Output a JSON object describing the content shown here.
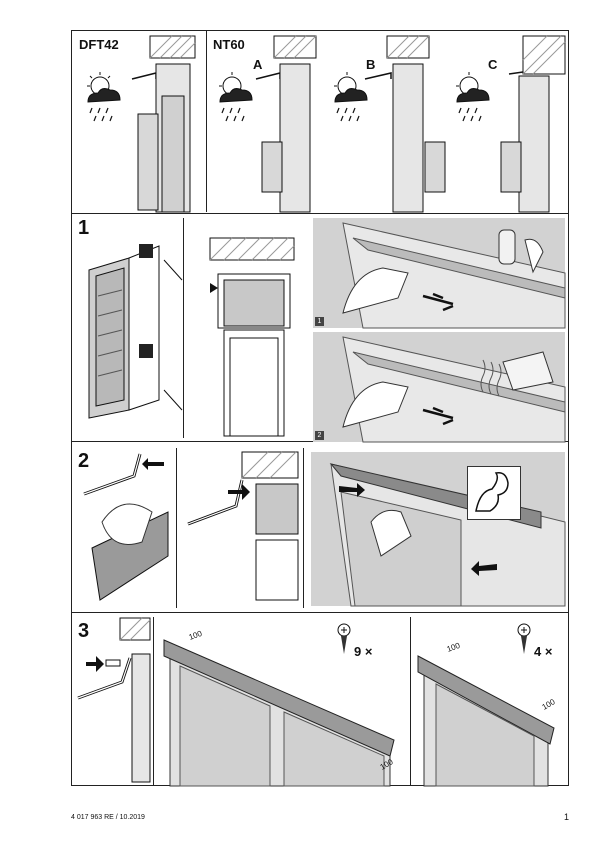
{
  "header": {
    "model_left": "DFT42",
    "model_right": "NT60",
    "variants": [
      "A",
      "B",
      "C"
    ]
  },
  "steps": {
    "step1": "1",
    "step2": "2",
    "step3": "3"
  },
  "sub_labels": {
    "photo1": "1",
    "photo2": "2"
  },
  "screws": {
    "left_count": "9 ×",
    "right_count": "4 ×"
  },
  "measure": {
    "spacing": "100"
  },
  "footer": {
    "doc_id": "4 017 963  RE / 10.2019",
    "page": "1"
  }
}
